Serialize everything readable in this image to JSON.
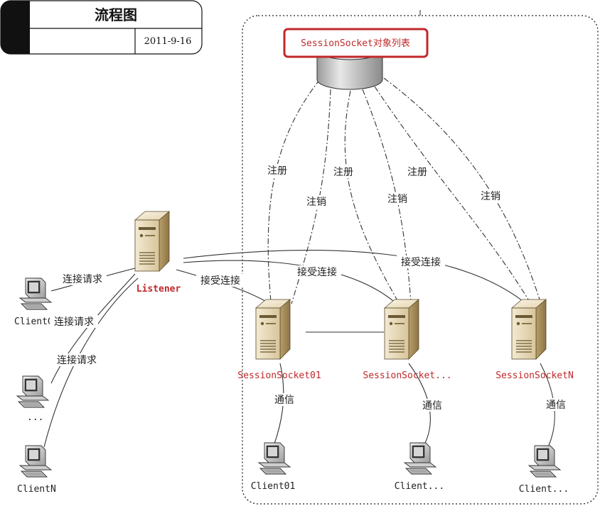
{
  "header": {
    "title": "流程图",
    "date": "2011-9-16"
  },
  "store": {
    "label": "SessionSocket对象列表"
  },
  "listener": {
    "label": "Listener"
  },
  "clients_left": [
    {
      "label": "ClientG"
    },
    {
      "label": "..."
    },
    {
      "label": "ClientN"
    }
  ],
  "sessions": [
    {
      "label": "SessionSocket01"
    },
    {
      "label": "SessionSocket..."
    },
    {
      "label": "SessionSocketN"
    }
  ],
  "clients_bottom": [
    {
      "label": "Client01"
    },
    {
      "label": "Client..."
    },
    {
      "label": "Client..."
    }
  ],
  "edges": {
    "connect_request": "连接请求",
    "accept_connect": "接受连接",
    "register": "注册",
    "unregister": "注销",
    "communicate": "通信"
  }
}
